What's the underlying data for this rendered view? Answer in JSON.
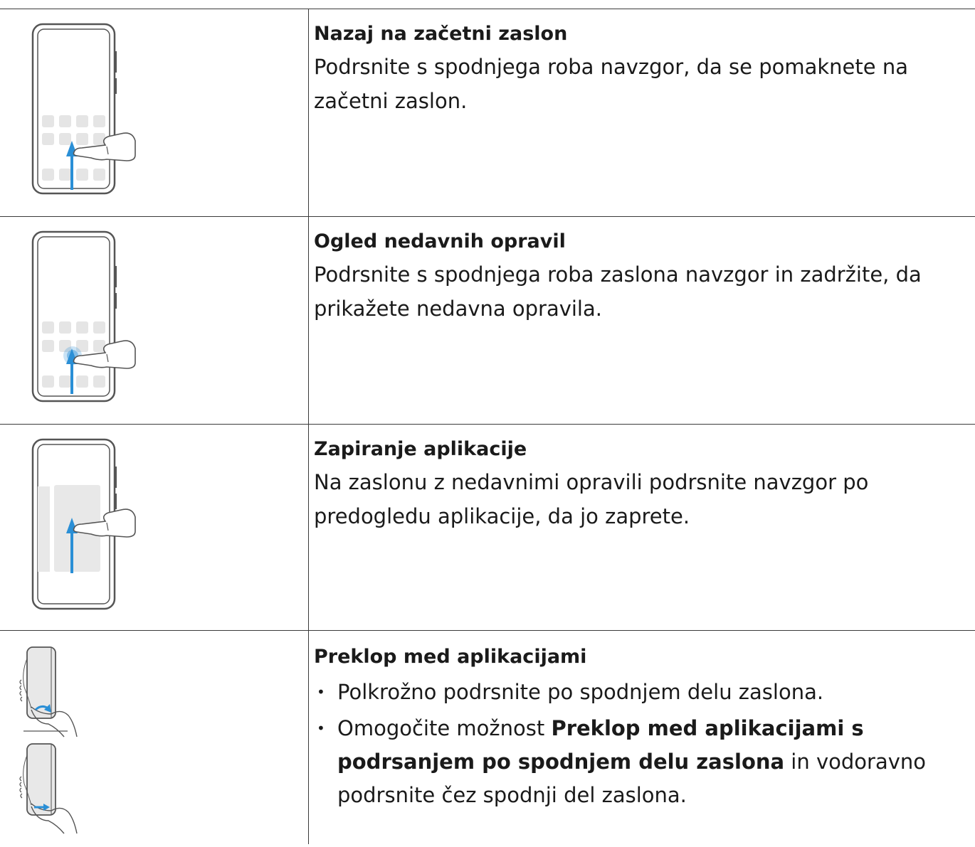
{
  "rows": [
    {
      "title": "Nazaj na začetni zaslon",
      "description": "Podrsnite s spodnjega roba navzgor, da se pomaknete na začetni zaslon."
    },
    {
      "title": "Ogled nedavnih opravil",
      "description": "Podrsnite s spodnjega roba zaslona navzgor in zadržite, da prikažete nedavna opravila."
    },
    {
      "title": "Zapiranje aplikacije",
      "description": "Na zaslonu z nedavnimi opravili podrsnite navzgor po predogledu aplikacije, da jo zaprete."
    },
    {
      "title": "Preklop med aplikacijami",
      "bullet1": "Polkrožno podrsnite po spodnjem delu zaslona.",
      "bullet2_prefix": "Omogočite možnost ",
      "bullet2_bold": "Preklop med aplikacijami s podrsanjem po spodnjem delu zaslona",
      "bullet2_suffix": " in vodoravno podrsnite čez spodnji del zaslona."
    }
  ],
  "icons": {
    "row1": "swipe-up-home-gesture-icon",
    "row2": "swipe-up-hold-recents-gesture-icon",
    "row3": "swipe-up-close-app-gesture-icon",
    "row4": "arc-swipe-switch-apps-gesture-icon"
  },
  "colors": {
    "accent": "#2a8fd6",
    "phone_frame": "#555555",
    "tile": "#e5e5e5",
    "rule": "#3a3a3a"
  }
}
